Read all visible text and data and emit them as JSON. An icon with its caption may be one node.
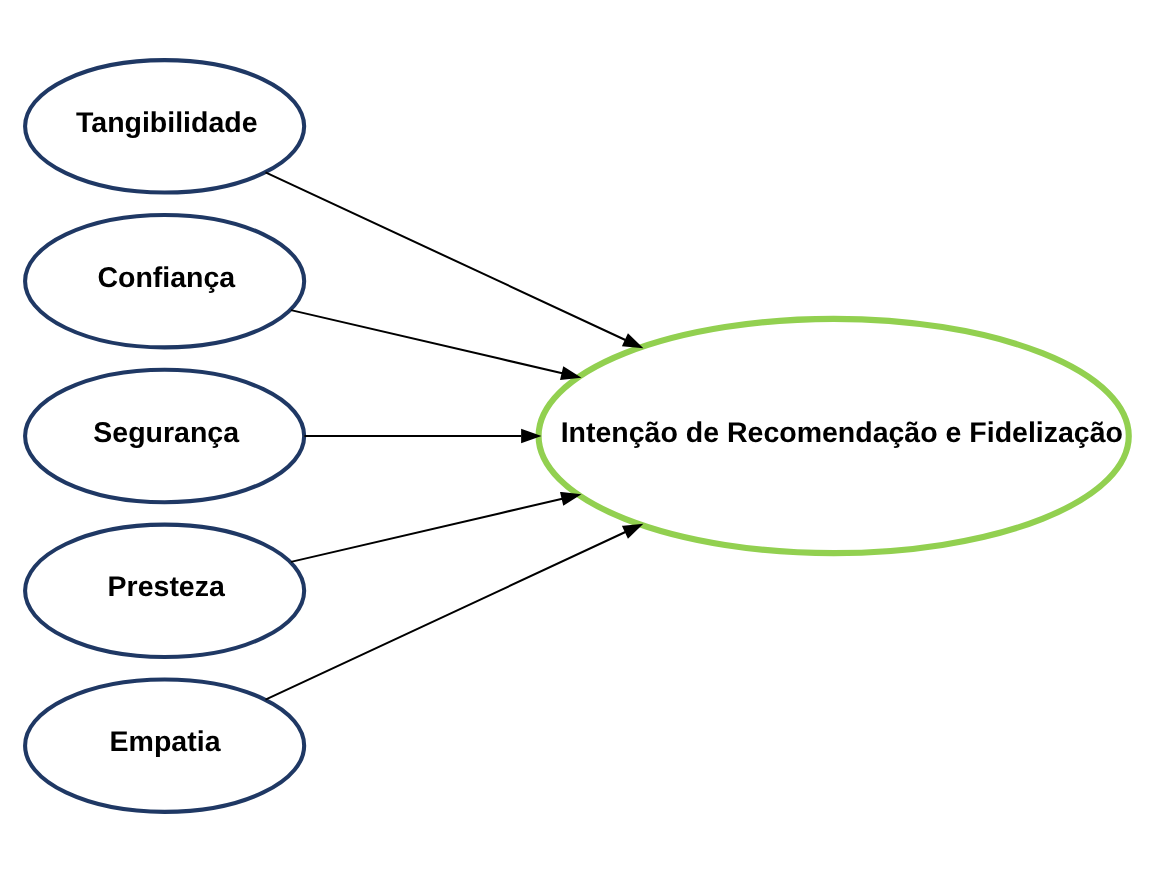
{
  "diagram": {
    "nodes": [
      {
        "text": [
          "Tangibilidade"
        ]
      },
      {
        "text": [
          "Confiança"
        ]
      },
      {
        "text": [
          "Segurança"
        ]
      },
      {
        "text": [
          "Presteza"
        ]
      },
      {
        "text": [
          "Empatia"
        ]
      },
      {
        "text": [
          "Intenção de Recomendação e Fidelização"
        ]
      }
    ],
    "edges": [
      {
        "from": 0,
        "to": 5,
        "arrow": "to"
      },
      {
        "from": 1,
        "to": 5,
        "arrow": "to"
      },
      {
        "from": 2,
        "to": 5,
        "arrow": "to"
      },
      {
        "from": 3,
        "to": 5,
        "arrow": "to"
      },
      {
        "from": 4,
        "to": 5,
        "arrow": "to"
      }
    ]
  }
}
